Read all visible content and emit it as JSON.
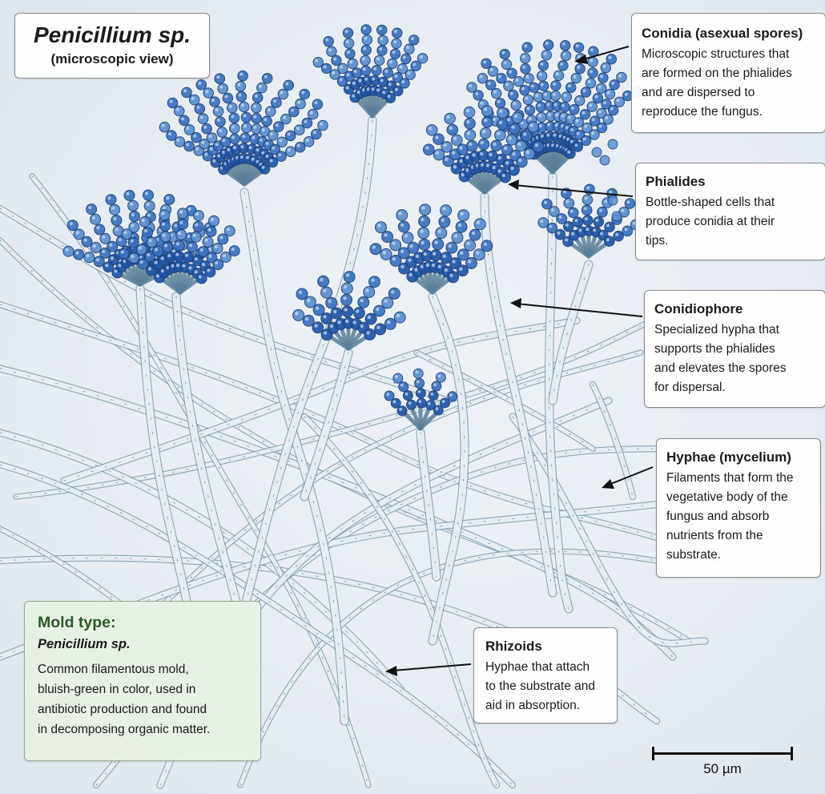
{
  "title": {
    "main": "Penicillium sp.",
    "sub": "(microscopic view)"
  },
  "labels": {
    "conidia": {
      "title": "Conidia (asexual spores)",
      "lines": [
        "Microscopic structures that",
        "are formed on the phialides",
        "and are dispersed to",
        "reproduce the fungus."
      ]
    },
    "phialides": {
      "title": "Phialides",
      "lines": [
        "Bottle-shaped cells that",
        "produce conidia at their",
        "tips."
      ]
    },
    "conidiophore": {
      "title": "Conidiophore",
      "lines": [
        "Specialized hypha that",
        "supports the phialides",
        "and elevates the spores",
        "for dispersal."
      ]
    },
    "hyphae": {
      "title": "Hyphae (mycelium)",
      "lines": [
        "Filaments that form the",
        "vegetative body of the",
        "fungus and absorb",
        "nutrients from the",
        "substrate."
      ]
    },
    "rhizoids": {
      "title": "Rhizoids",
      "lines": [
        "Hyphae that attach",
        "to the substrate and",
        "aid in absorption."
      ]
    }
  },
  "mold_info": {
    "heading": "Mold type:",
    "species": "Penicillium sp.",
    "lines": [
      "Common filamentous mold,",
      "bluish-green in color, used in",
      "antibiotic production and found",
      "in decomposing organic matter."
    ]
  },
  "scale_bar": {
    "label": "50 µm"
  },
  "colors": {
    "background": "#e9eef4",
    "hypha_stroke": "#6f8fa3",
    "spore_dark": "#1f56a8",
    "spore_light": "#5a8fd0",
    "mold_box_bg": "#e8f0e4",
    "mold_heading": "#2c5a2a",
    "arrow": "#111111"
  }
}
